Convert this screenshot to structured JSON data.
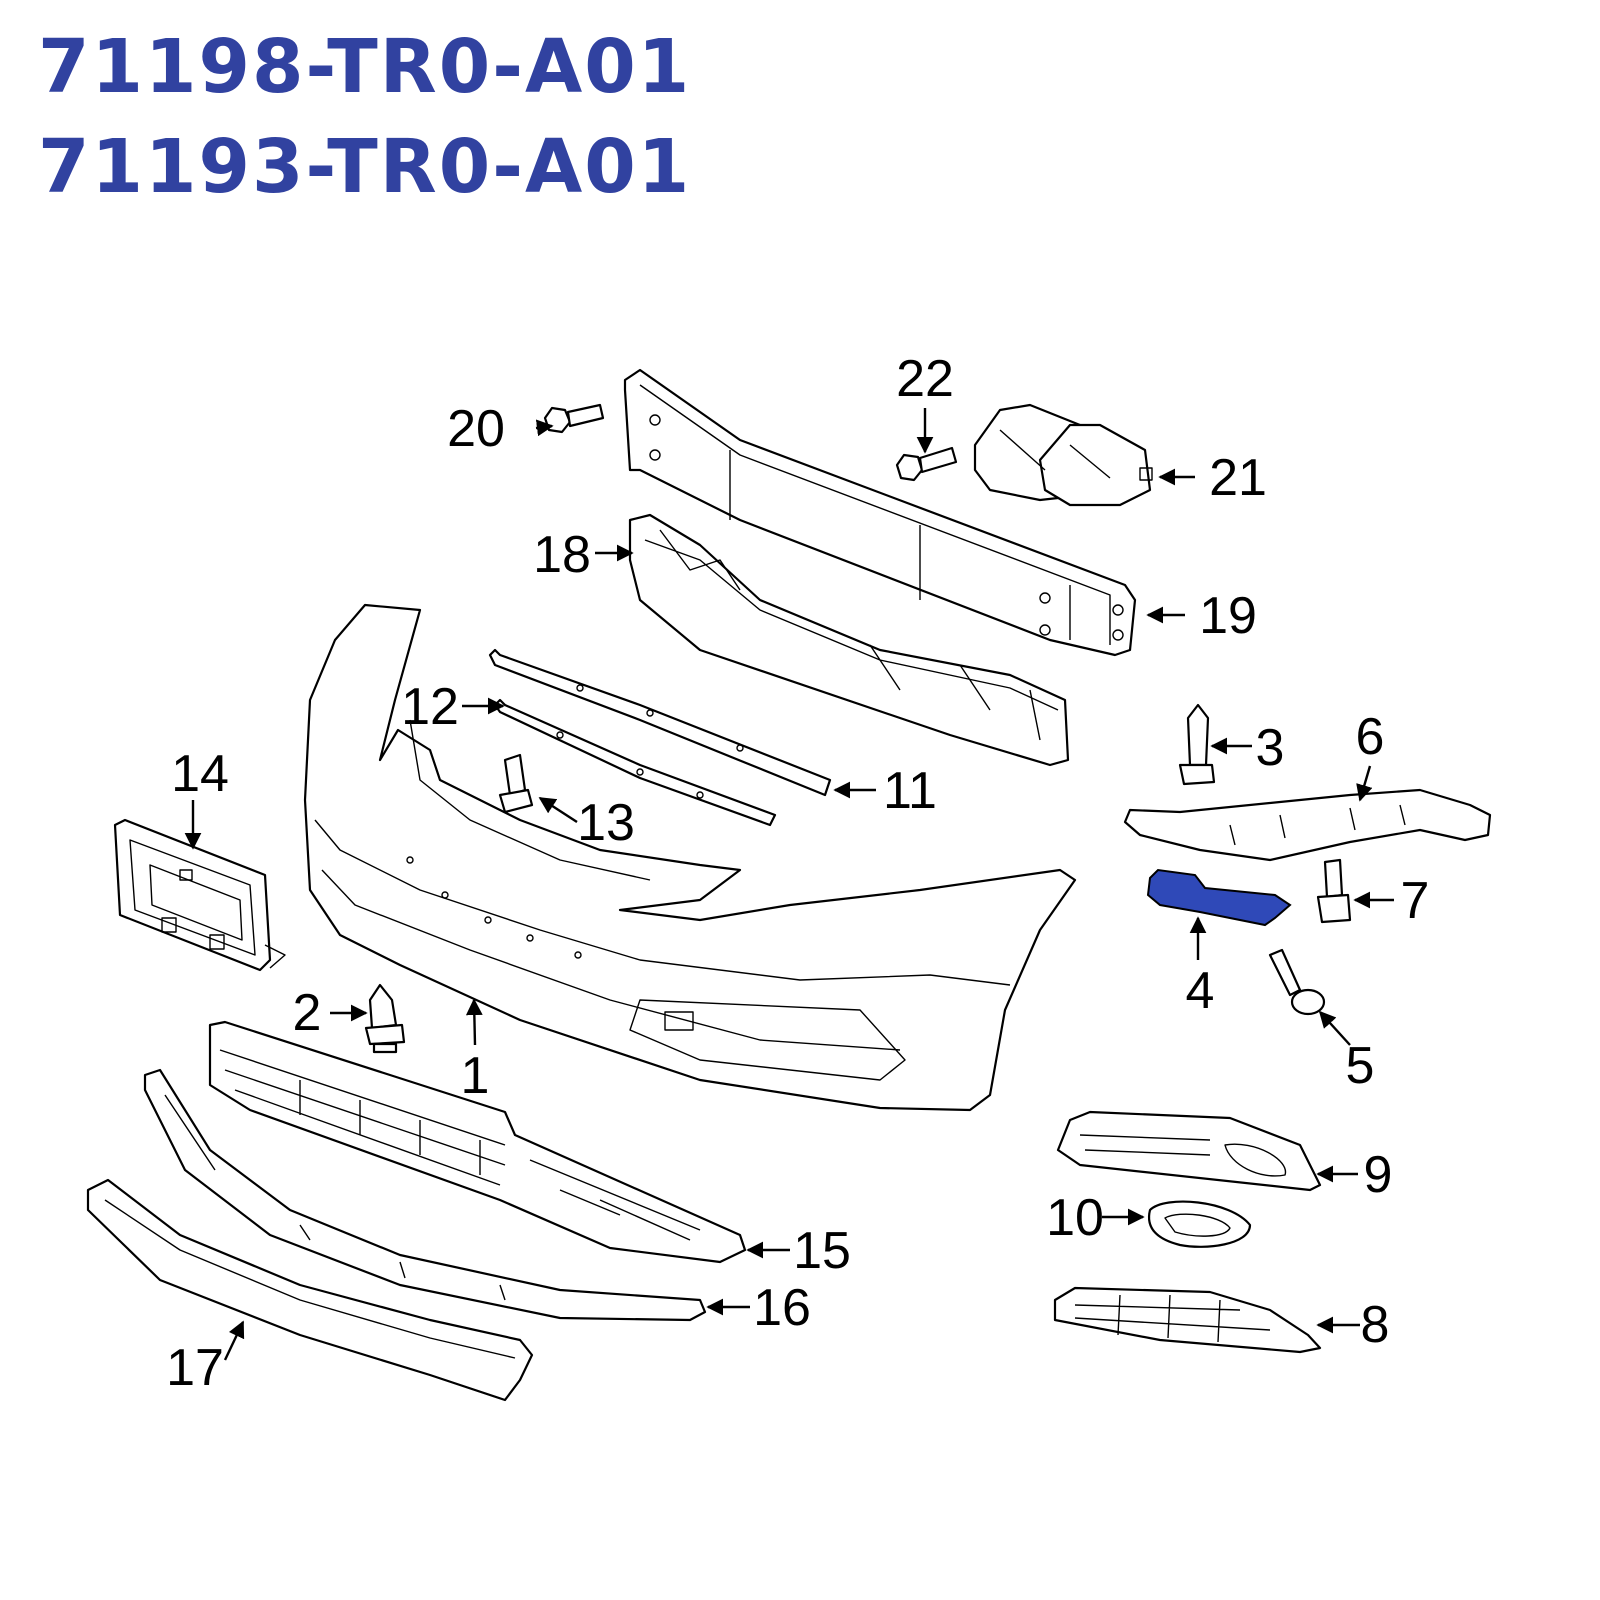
{
  "header": {
    "part_number_1": "71198-TR0-A01",
    "part_number_2": "71193-TR0-A01"
  },
  "colors": {
    "part_number_text": "#3142A0",
    "highlight_part": "#2F49B8",
    "line": "#000000"
  },
  "highlighted_callout": "4",
  "callouts": {
    "c1": "1",
    "c2": "2",
    "c3": "3",
    "c4": "4",
    "c5": "5",
    "c6": "6",
    "c7": "7",
    "c8": "8",
    "c9": "9",
    "c10": "10",
    "c11": "11",
    "c12": "12",
    "c13": "13",
    "c14": "14",
    "c15": "15",
    "c16": "16",
    "c17": "17",
    "c18": "18",
    "c19": "19",
    "c20": "20",
    "c21": "21",
    "c22": "22"
  }
}
